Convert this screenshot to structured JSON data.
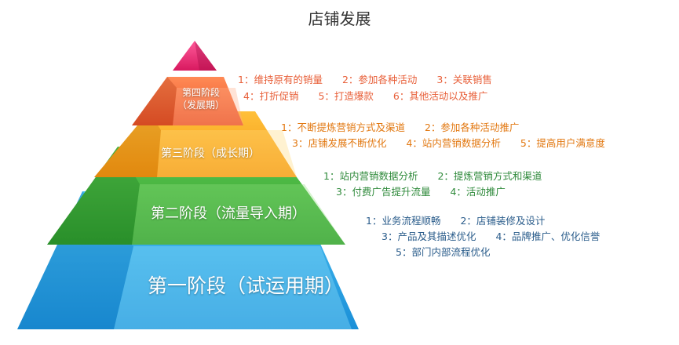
{
  "title": "店铺发展",
  "tiers": [
    {
      "label_line1": "第四阶段",
      "label_line2": "（发展期）",
      "items_line1": "1：维持原有的销量　　2：参加各种活动　　3：关联销售",
      "items_line2": "4：打折促销　　5：打造爆款　　6：其他活动以及推广",
      "color": "#f36a3a"
    },
    {
      "label": "第三阶段（成长期）",
      "items_line1": "1：不断提炼营销方式及渠道　　2：参加各种活动推广",
      "items_line2": "3：店铺发展不断优化　　4：站内营销数据分析　　5：提高用户满意度",
      "color": "#f8a51a"
    },
    {
      "label": "第二阶段（流量导入期）",
      "items_line1": "1：站内营销数据分析　　2：提炼营销方式和渠道",
      "items_line2": "3：付费广告提升流量　　4：活动推广",
      "color": "#3eaa3c"
    },
    {
      "label": "第一阶段（试运用期）",
      "items_line1": "1：业务流程顺畅　　2：店铺装修及设计",
      "items_line2": "3：产品及其描述优化　　4：品牌推广、优化信誉",
      "items_line3": "5：部门内部流程优化",
      "color": "#29a8e8"
    }
  ],
  "apex_color": "#e8246e"
}
